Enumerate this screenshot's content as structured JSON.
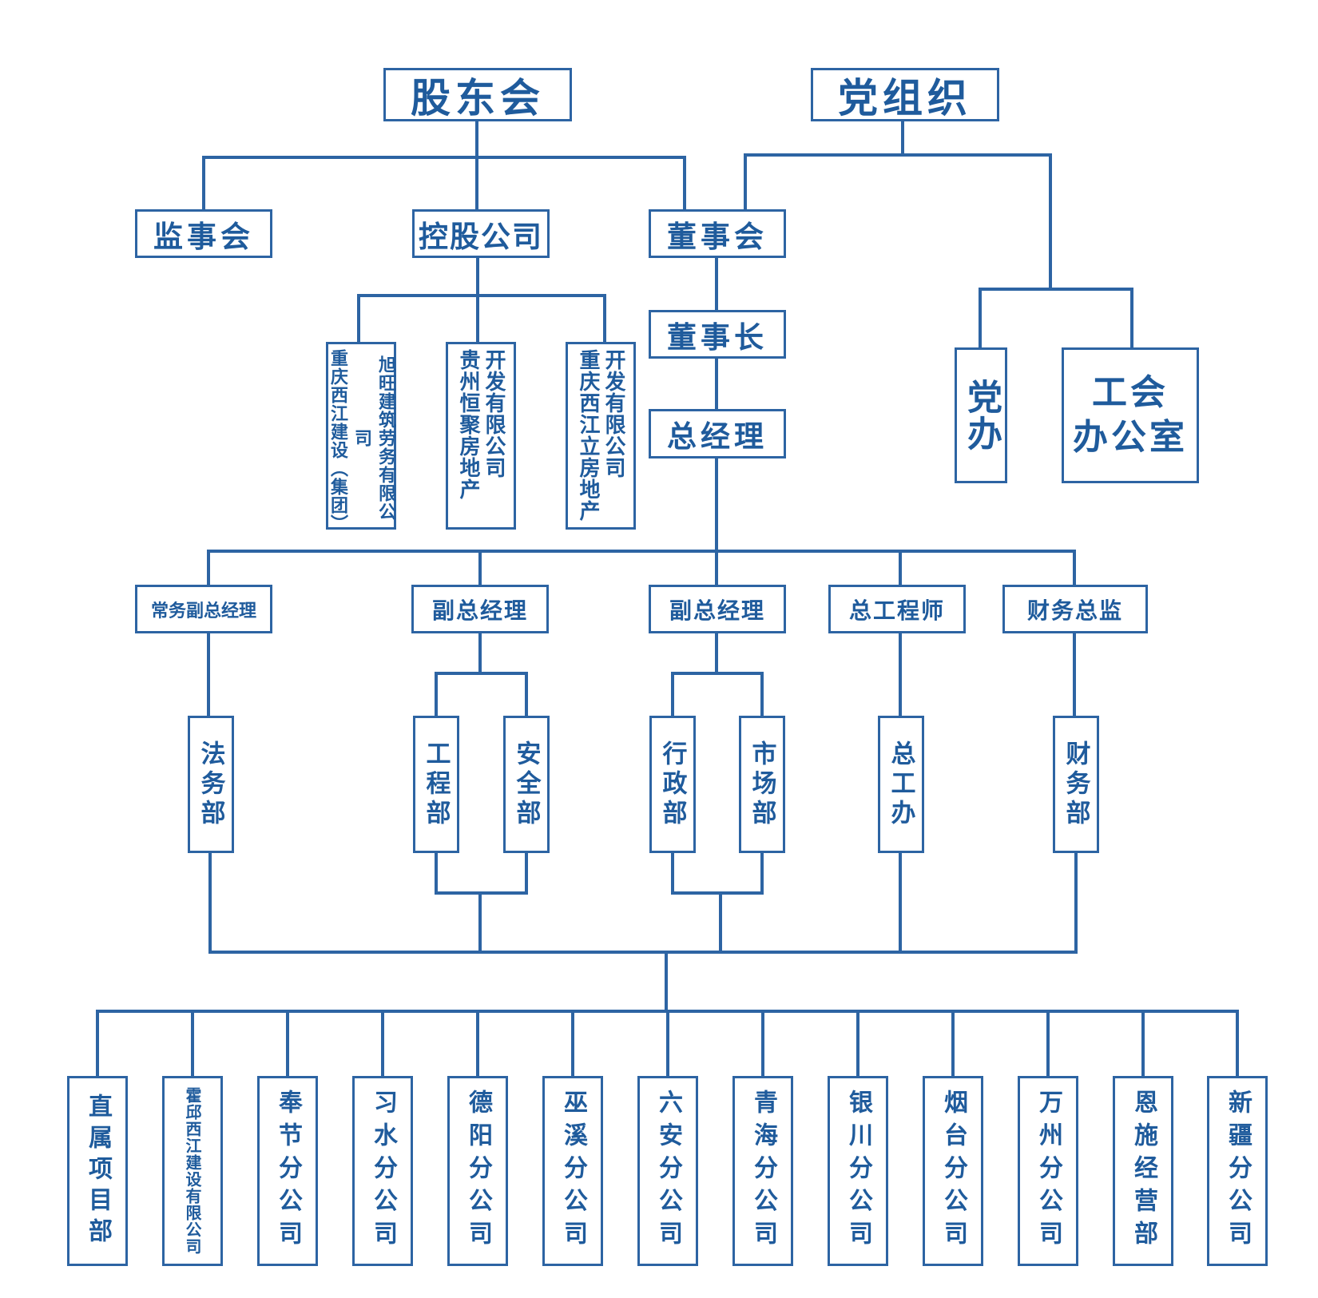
{
  "top": {
    "shareholders": "股东会",
    "party": "党组织"
  },
  "level2": {
    "supervisors": "监事会",
    "holding": "控股公司",
    "board": "董事会"
  },
  "chairman": "董事长",
  "gm": "总经理",
  "party_units": {
    "party_office": "党办",
    "union_line1": "工会",
    "union_line2": "办公室"
  },
  "subsidiaries": [
    {
      "col_a": "重庆西江建设（集团）",
      "col_b": "旭旺建筑劳务有限公司"
    },
    {
      "col_a": "贵州恒聚房地产",
      "col_b": "开发有限公司"
    },
    {
      "col_a": "重庆西江立房地产",
      "col_b": "开发有限公司"
    }
  ],
  "deputies": [
    "常务副总经理",
    "副总经理",
    "副总经理",
    "总工程师",
    "财务总监"
  ],
  "departments": [
    "法务部",
    "工程部",
    "安全部",
    "行政部",
    "市场部",
    "总工办",
    "财务部"
  ],
  "branches": [
    "直属项目部",
    "霍邱西江建设有限公司",
    "奉节分公司",
    "习水分公司",
    "德阳分公司",
    "巫溪分公司",
    "六安分公司",
    "青海分公司",
    "银川分公司",
    "烟台分公司",
    "万州分公司",
    "恩施经营部",
    "新疆分公司"
  ],
  "colors": {
    "line": "#2d64a3",
    "text": "#1f5b9c",
    "background": "#ffffff"
  }
}
